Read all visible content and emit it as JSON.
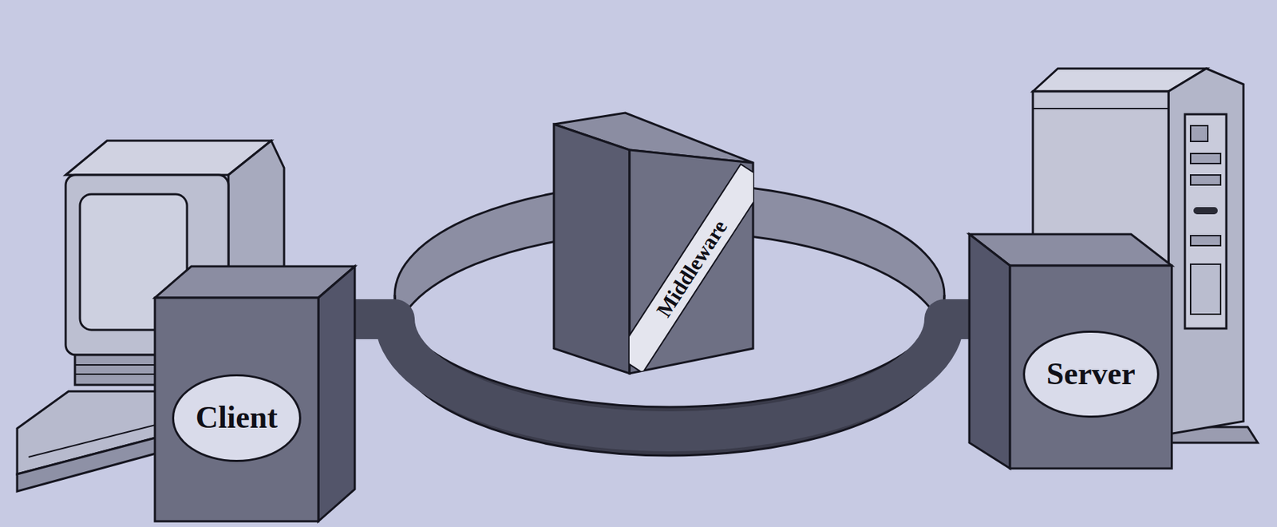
{
  "diagram": {
    "nodes": [
      {
        "text": [
          "Client"
        ]
      },
      {
        "text": [
          "Middleware"
        ]
      },
      {
        "text": [
          "Server"
        ]
      }
    ],
    "edges": [
      {
        "from": 0,
        "to": 2,
        "arrow": "none"
      }
    ]
  }
}
